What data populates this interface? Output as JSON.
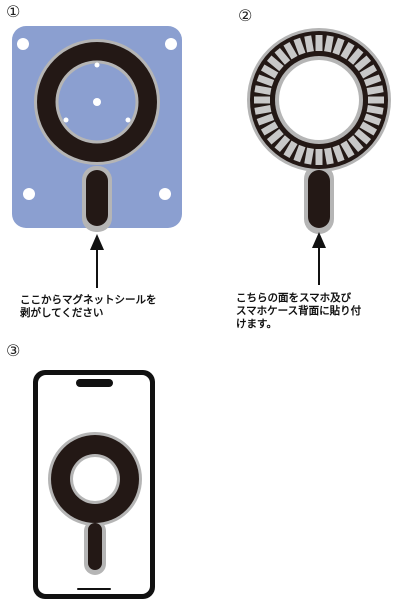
{
  "steps": [
    {
      "number": "①",
      "caption": "ここからマグネットシールを\n剥がしてください"
    },
    {
      "number": "②",
      "caption": "こちらの面をスマホ及び\nスマホケース背面に貼り付\nけます。"
    },
    {
      "number": "③"
    }
  ],
  "colors": {
    "backing_sheet": "#8b9fd0",
    "ring_dark": "#231815",
    "ring_outline": "#b5b5b5",
    "magnet_segments": "#c8c8c8",
    "phone_frame": "#111111"
  }
}
